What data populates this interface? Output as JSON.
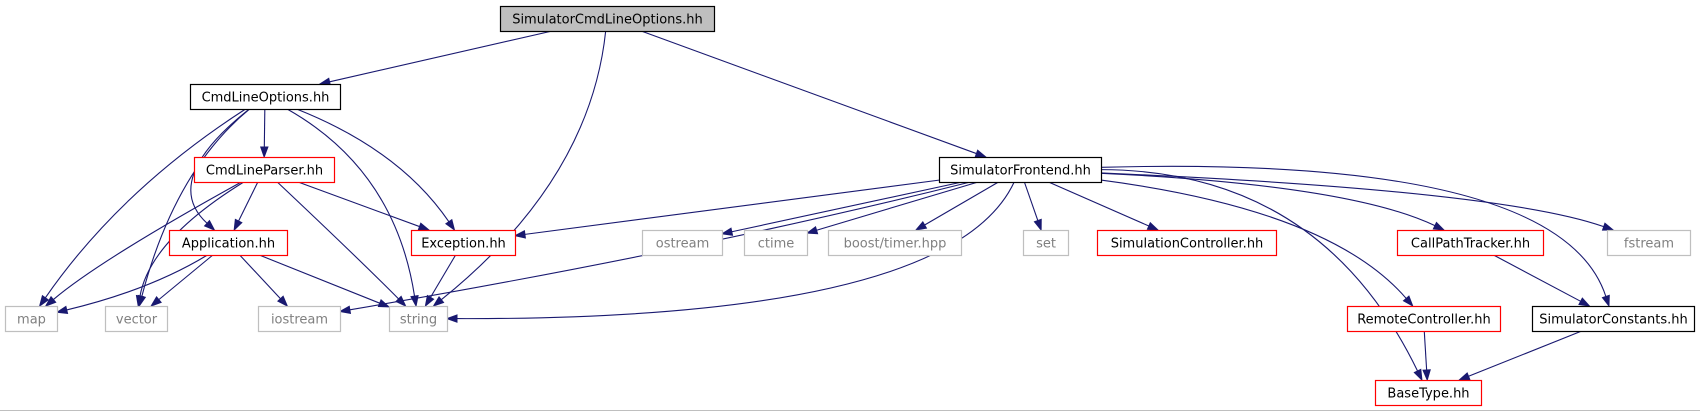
{
  "diagram": {
    "type": "include-dependency-graph",
    "colors": {
      "edge": "#191970",
      "root_fill": "#bfbfbf",
      "root_border": "#000000",
      "documented_border": "#000000",
      "incomplete_border": "#ff0000",
      "external_border": "#bfbfbf",
      "external_text": "#808080",
      "text": "#000000"
    },
    "nodes": [
      {
        "id": "simcmd",
        "label": "SimulatorCmdLineOptions.hh",
        "kind": "root"
      },
      {
        "id": "cmdopt",
        "label": "CmdLineOptions.hh",
        "kind": "documented"
      },
      {
        "id": "frontend",
        "label": "SimulatorFrontend.hh",
        "kind": "documented"
      },
      {
        "id": "parser",
        "label": "CmdLineParser.hh",
        "kind": "incomplete"
      },
      {
        "id": "application",
        "label": "Application.hh",
        "kind": "incomplete"
      },
      {
        "id": "exception",
        "label": "Exception.hh",
        "kind": "incomplete"
      },
      {
        "id": "map",
        "label": "map",
        "kind": "external"
      },
      {
        "id": "vector",
        "label": "vector",
        "kind": "external"
      },
      {
        "id": "iostream",
        "label": "iostream",
        "kind": "external"
      },
      {
        "id": "string",
        "label": "string",
        "kind": "external"
      },
      {
        "id": "ostream",
        "label": "ostream",
        "kind": "external"
      },
      {
        "id": "ctime",
        "label": "ctime",
        "kind": "external"
      },
      {
        "id": "boosttimer",
        "label": "boost/timer.hpp",
        "kind": "external"
      },
      {
        "id": "set",
        "label": "set",
        "kind": "external"
      },
      {
        "id": "simctrl",
        "label": "SimulationController.hh",
        "kind": "incomplete"
      },
      {
        "id": "callpath",
        "label": "CallPathTracker.hh",
        "kind": "incomplete"
      },
      {
        "id": "fstream",
        "label": "fstream",
        "kind": "external"
      },
      {
        "id": "remotectrl",
        "label": "RemoteController.hh",
        "kind": "incomplete"
      },
      {
        "id": "simconst",
        "label": "SimulatorConstants.hh",
        "kind": "documented"
      },
      {
        "id": "basetype",
        "label": "BaseType.hh",
        "kind": "incomplete"
      }
    ],
    "edges": [
      {
        "from": "simcmd",
        "to": "cmdopt"
      },
      {
        "from": "simcmd",
        "to": "string"
      },
      {
        "from": "simcmd",
        "to": "frontend"
      },
      {
        "from": "cmdopt",
        "to": "parser"
      },
      {
        "from": "cmdopt",
        "to": "map"
      },
      {
        "from": "cmdopt",
        "to": "vector"
      },
      {
        "from": "cmdopt",
        "to": "application"
      },
      {
        "from": "cmdopt",
        "to": "string"
      },
      {
        "from": "cmdopt",
        "to": "exception"
      },
      {
        "from": "parser",
        "to": "map"
      },
      {
        "from": "parser",
        "to": "vector"
      },
      {
        "from": "parser",
        "to": "application"
      },
      {
        "from": "parser",
        "to": "string"
      },
      {
        "from": "parser",
        "to": "exception"
      },
      {
        "from": "application",
        "to": "map"
      },
      {
        "from": "application",
        "to": "vector"
      },
      {
        "from": "application",
        "to": "iostream"
      },
      {
        "from": "application",
        "to": "string"
      },
      {
        "from": "exception",
        "to": "string"
      },
      {
        "from": "frontend",
        "to": "exception"
      },
      {
        "from": "frontend",
        "to": "iostream"
      },
      {
        "from": "frontend",
        "to": "string"
      },
      {
        "from": "frontend",
        "to": "ostream"
      },
      {
        "from": "frontend",
        "to": "ctime"
      },
      {
        "from": "frontend",
        "to": "boosttimer"
      },
      {
        "from": "frontend",
        "to": "set"
      },
      {
        "from": "frontend",
        "to": "simctrl"
      },
      {
        "from": "frontend",
        "to": "callpath"
      },
      {
        "from": "frontend",
        "to": "fstream"
      },
      {
        "from": "frontend",
        "to": "remotectrl"
      },
      {
        "from": "frontend",
        "to": "simconst"
      },
      {
        "from": "frontend",
        "to": "basetype"
      },
      {
        "from": "callpath",
        "to": "simconst"
      },
      {
        "from": "remotectrl",
        "to": "basetype"
      },
      {
        "from": "simconst",
        "to": "basetype"
      }
    ]
  }
}
